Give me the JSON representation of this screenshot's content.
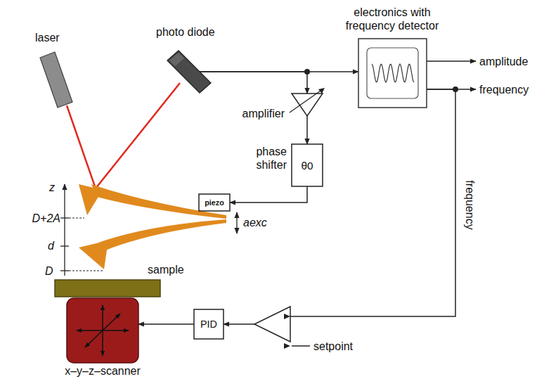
{
  "diagram": {
    "nodes": [
      {
        "text": [
          "laser"
        ]
      },
      {
        "text": [
          "photo diode"
        ]
      },
      {
        "text": [
          "electronics with frequency detector"
        ]
      },
      {
        "text": [
          "amplifier"
        ]
      },
      {
        "text": [
          "phase shifter",
          "θ0"
        ]
      },
      {
        "text": [
          "piezo"
        ]
      },
      {
        "text": [
          "sample"
        ]
      },
      {
        "text": [
          "PID"
        ]
      },
      {
        "text": [
          "x–y–z–scanner"
        ]
      }
    ],
    "edges": [
      {
        "from": 1,
        "to": 2,
        "arrow": "to"
      },
      {
        "from": 1,
        "to": 3,
        "arrow": "to"
      },
      {
        "from": 3,
        "to": 4,
        "arrow": "to"
      },
      {
        "from": 4,
        "to": 5,
        "arrow": "to"
      },
      {
        "from": 2,
        "to": 7,
        "arrow": "to"
      },
      {
        "from": 7,
        "to": 8,
        "arrow": "to"
      }
    ],
    "labels": [
      "z",
      "D+2A",
      "d",
      "D",
      "aexc",
      "amplitude",
      "frequency",
      "frequency",
      "setpoint"
    ]
  }
}
